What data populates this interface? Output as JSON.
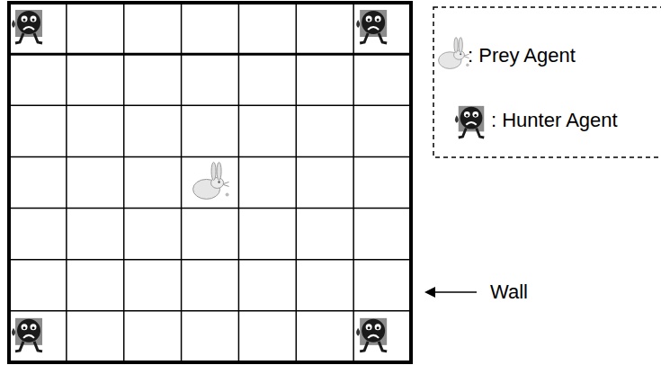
{
  "diagram": {
    "labels": [
      "Wall"
    ],
    "legend": [
      {
        "text": ": Prey Agent"
      },
      {
        "text": ": Hunter Agent"
      }
    ]
  }
}
